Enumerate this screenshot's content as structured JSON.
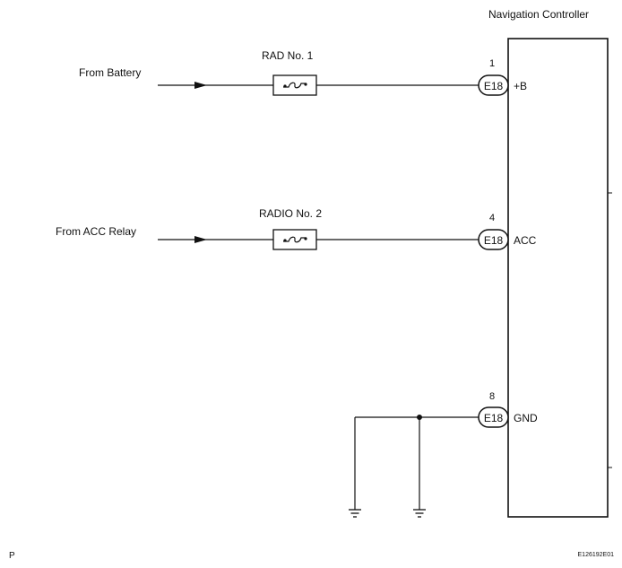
{
  "controller": {
    "title": "Navigation Controller"
  },
  "sources": {
    "battery": "From Battery",
    "acc_relay": "From ACC Relay"
  },
  "fuses": {
    "rad1": "RAD No. 1",
    "radio2": "RADIO No. 2"
  },
  "pins": {
    "pin1": {
      "number": "1",
      "connector": "E18",
      "signal": "+B"
    },
    "pin4": {
      "number": "4",
      "connector": "E18",
      "signal": "ACC"
    },
    "pin8": {
      "number": "8",
      "connector": "E18",
      "signal": "GND"
    }
  },
  "footer": {
    "left_code": "P",
    "figure_id": "E126192E01"
  }
}
